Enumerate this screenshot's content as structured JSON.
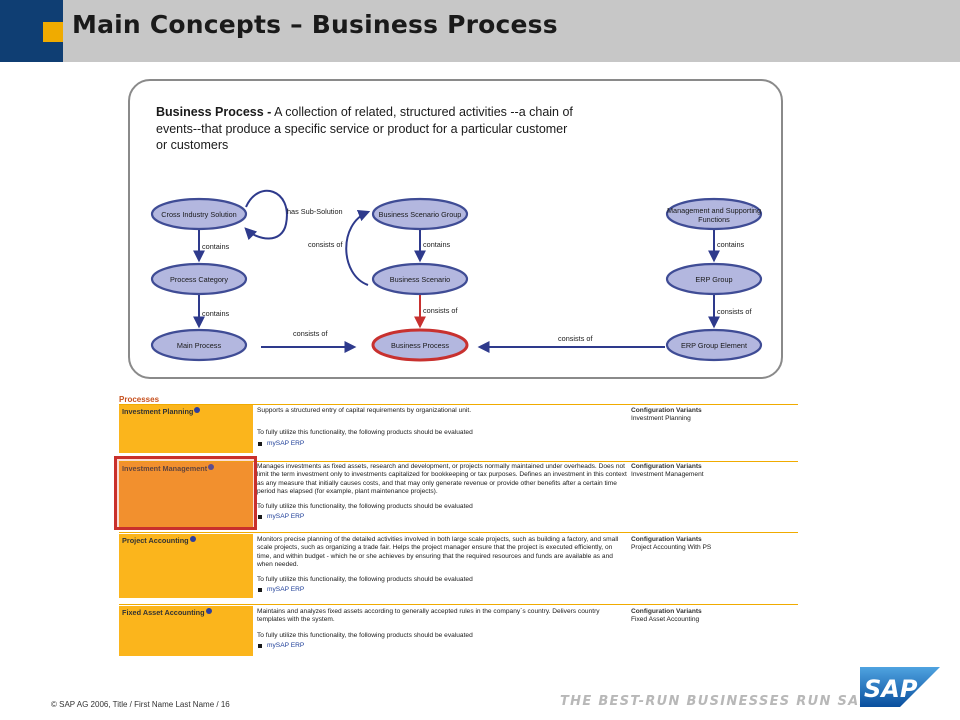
{
  "header": {
    "title": "Main Concepts – Business Process"
  },
  "definition": {
    "term": "Business Process -",
    "text": "A collection of related, structured activities --a chain of events--that produce a specific service or product for a particular customer or customers"
  },
  "diagram": {
    "nodes": {
      "cross_industry": "Cross Industry Solution",
      "process_category": "Process Category",
      "main_process": "Main Process",
      "scenario_group": "Business Scenario Group",
      "scenario": "Business Scenario",
      "business_process": "Business Process",
      "mgmt_line1": "Management and Supporting",
      "mgmt_line2": "Functions",
      "erp_group": "ERP Group",
      "erp_element": "ERP Group Element"
    },
    "edges": {
      "has_sub": "has Sub-Solution",
      "contains_1": "contains",
      "contains_2": "contains",
      "consists_of_left": "consists of",
      "consists_of_loop": "consists of",
      "contains_3": "contains",
      "consists_of_mid": "consists of",
      "contains_4": "contains",
      "consists_of_right": "consists of",
      "consists_of_right2": "consists of"
    },
    "colors": {
      "node_fill": "#b3b7df",
      "node_stroke": "#3f4c95",
      "highlight_stroke": "#c8312f",
      "arrow": "#2e3a8c"
    }
  },
  "processes": {
    "heading": "Processes",
    "eval_text": "To fully utilize this functionality, the following products should be evaluated",
    "product": "mySAP ERP",
    "config_title": "Configuration Variants",
    "rows": [
      {
        "name": "Investment Planning",
        "desc": "Supports a structured entry of capital requirements by organizational unit.",
        "variant": "Investment Planning"
      },
      {
        "name": "Investment Management",
        "desc": "Manages investments as fixed assets, research and development, or projects normally maintained under overheads. Does not limit the term investment only to investments capitalized for bookkeeping or tax purposes. Defines an investment in this context as any measure that initially causes costs, and that may only generate revenue or provide other benefits after a certain time period has elapsed (for example, plant maintenance projects).",
        "variant": "Investment Management"
      },
      {
        "name": "Project Accounting",
        "desc": "Monitors precise planning of the detailed activities involved in both large scale projects, such as building a factory, and small scale projects, such as organizing a trade fair. Helps the project manager ensure that the project is executed efficiently, on time, and within budget - which he or she achieves by ensuring that the required resources and funds are available as and when needed.",
        "variant": "Project Accounting With PS"
      },
      {
        "name": "Fixed Asset Accounting",
        "desc": "Maintains and analyzes fixed assets according to generally accepted rules in the company`s country. Delivers country templates with the system.",
        "variant": "Fixed Asset Accounting"
      }
    ]
  },
  "footer": {
    "copyright": "©  SAP AG 2006, Title / First Name Last Name / 16",
    "tagline": "THE BEST-RUN BUSINESSES RUN SAP™",
    "logo_text": "SAP"
  }
}
